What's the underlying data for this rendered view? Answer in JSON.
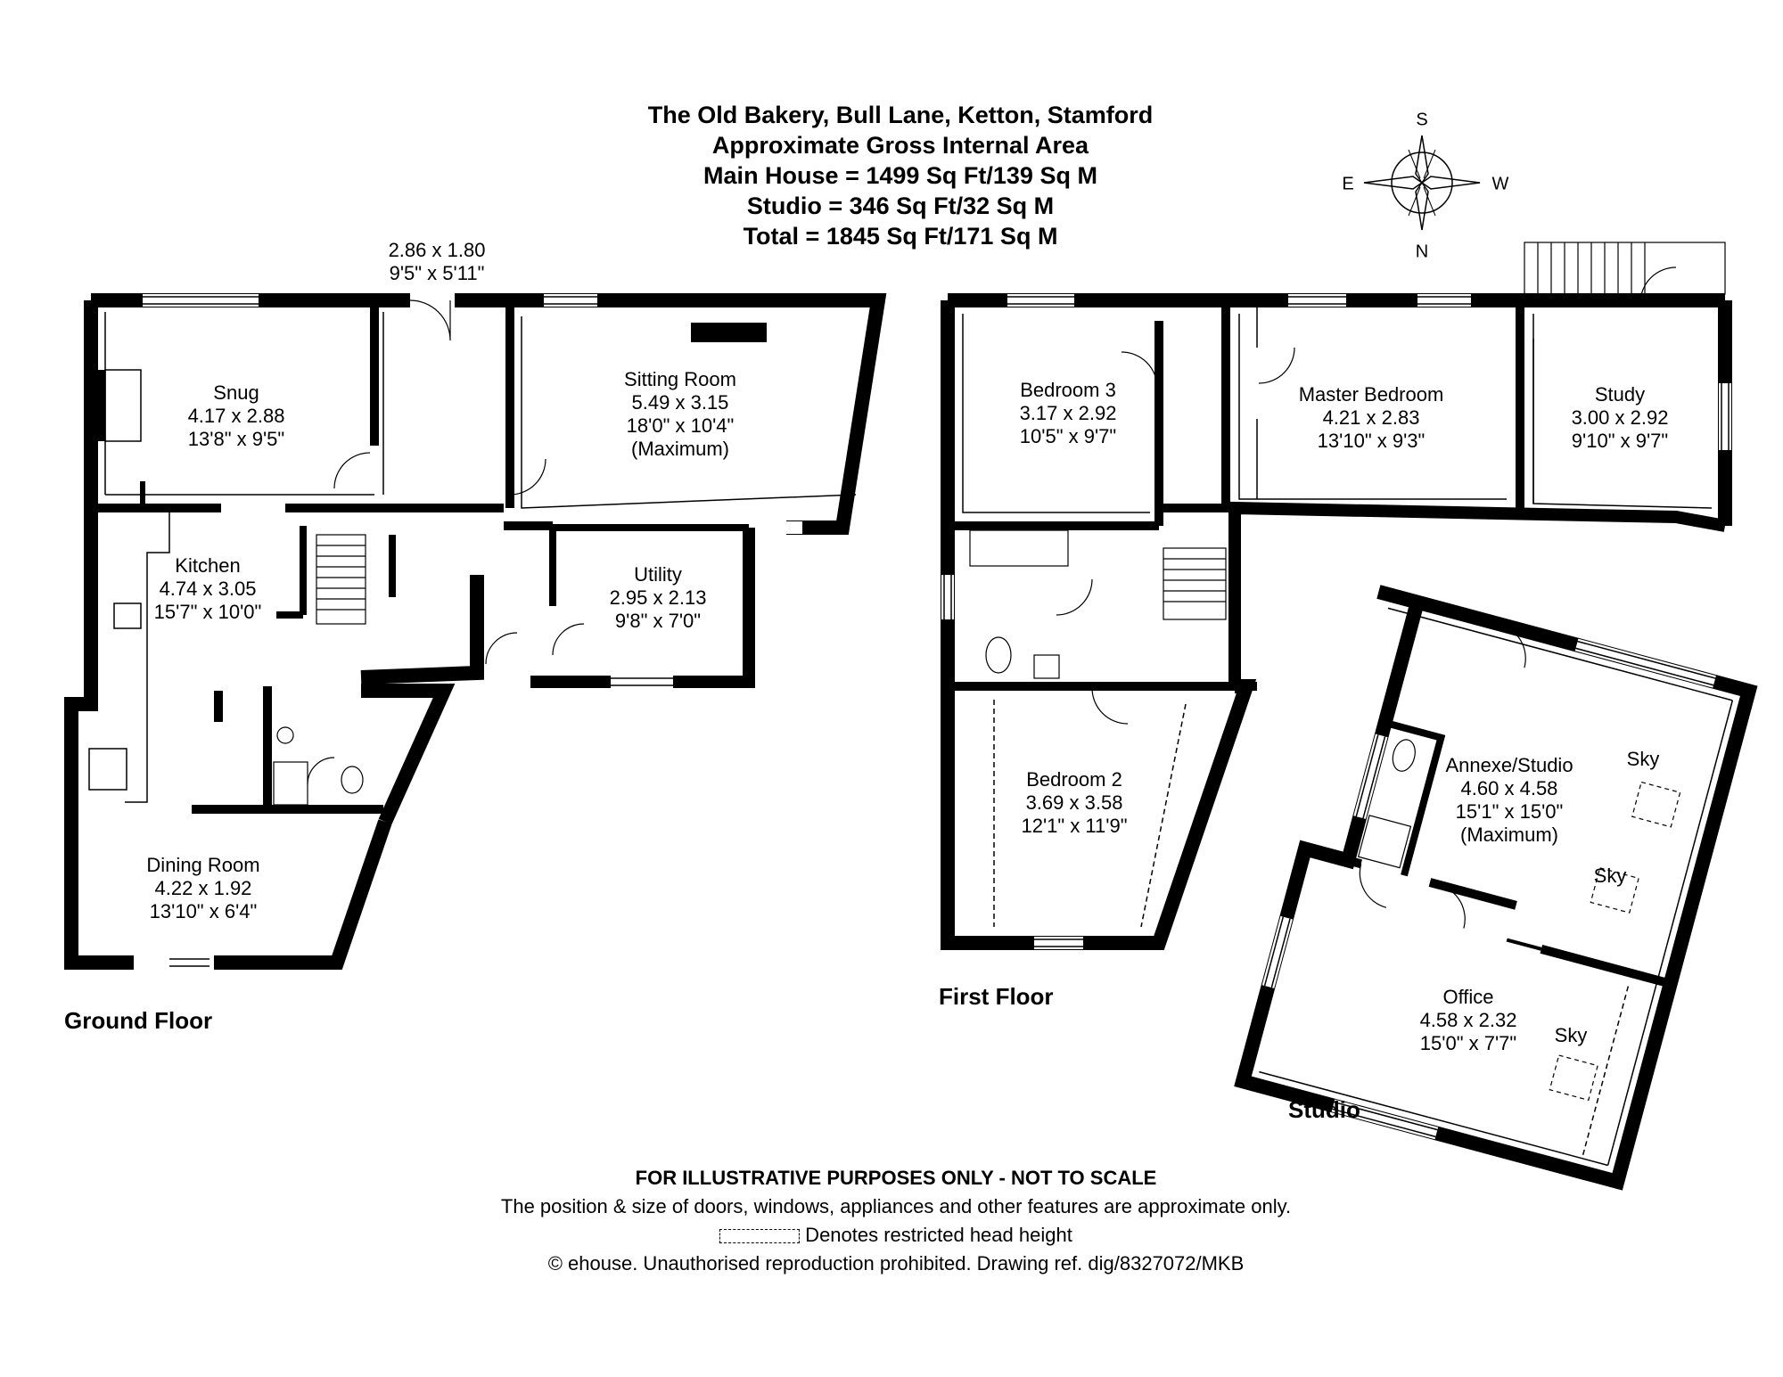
{
  "title": {
    "line1": "The Old Bakery, Bull Lane, Ketton, Stamford",
    "line2": "Approximate Gross Internal Area",
    "line3": "Main House = 1499 Sq Ft/139 Sq M",
    "line4": "Studio = 346 Sq Ft/32 Sq M",
    "line5": "Total = 1845 Sq Ft/171 Sq M"
  },
  "compass": {
    "top": "S",
    "left": "E",
    "right": "W",
    "bottom": "N"
  },
  "floors": {
    "ground": {
      "label": "Ground Floor",
      "rooms": [
        {
          "name": "Snug",
          "metric": "4.17 x 2.88",
          "imperial": "13'8\" x 9'5\""
        },
        {
          "name": "Sitting Room",
          "metric": "5.49 x 3.15",
          "imperial": "18'0\" x 10'4\"",
          "note": "(Maximum)"
        },
        {
          "name": "Kitchen",
          "metric": "4.74 x 3.05",
          "imperial": "15'7\" x 10'0\""
        },
        {
          "name": "Utility",
          "metric": "2.95 x 2.13",
          "imperial": "9'8\" x 7'0\""
        },
        {
          "name": "Dining Room",
          "metric": "4.22 x 1.92",
          "imperial": "13'10\" x 6'4\""
        }
      ],
      "hall": {
        "metric": "2.86 x 1.80",
        "imperial": "9'5\" x 5'11\""
      }
    },
    "first": {
      "label": "First Floor",
      "rooms": [
        {
          "name": "Bedroom 3",
          "metric": "3.17 x 2.92",
          "imperial": "10'5\" x 9'7\""
        },
        {
          "name": "Master Bedroom",
          "metric": "4.21 x 2.83",
          "imperial": "13'10\" x 9'3\""
        },
        {
          "name": "Study",
          "metric": "3.00 x 2.92",
          "imperial": "9'10\" x 9'7\""
        },
        {
          "name": "Bedroom 2",
          "metric": "3.69 x 3.58",
          "imperial": "12'1\" x 11'9\""
        }
      ]
    },
    "studio": {
      "label": "Studio",
      "rooms": [
        {
          "name": "Annexe/Studio",
          "metric": "4.60 x 4.58",
          "imperial": "15'1\" x 15'0\"",
          "note": "(Maximum)"
        },
        {
          "name": "Office",
          "metric": "4.58 x 2.32",
          "imperial": "15'0\" x 7'7\""
        }
      ],
      "skylight_label": "Sky"
    }
  },
  "footer": {
    "disclaimer": "FOR ILLUSTRATIVE PURPOSES ONLY - NOT TO SCALE",
    "note": "The position & size of doors, windows, appliances and other features are approximate only.",
    "legend": "Denotes restricted head height",
    "copyright": "© ehouse. Unauthorised reproduction prohibited. Drawing ref. dig/8327072/MKB"
  },
  "colors": {
    "wall": "#000000",
    "background": "#ffffff"
  }
}
